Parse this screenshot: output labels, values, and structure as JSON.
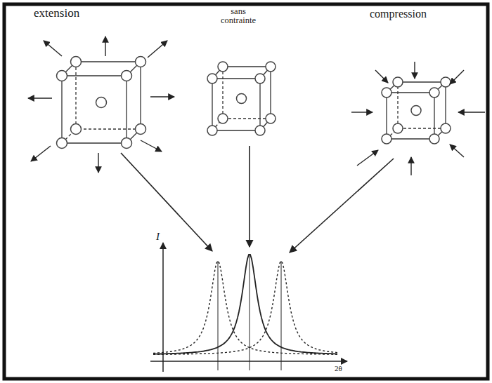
{
  "diagram": {
    "labels": [
      "extension",
      "sans contrainte",
      "compression",
      "I",
      "2θ"
    ]
  }
}
